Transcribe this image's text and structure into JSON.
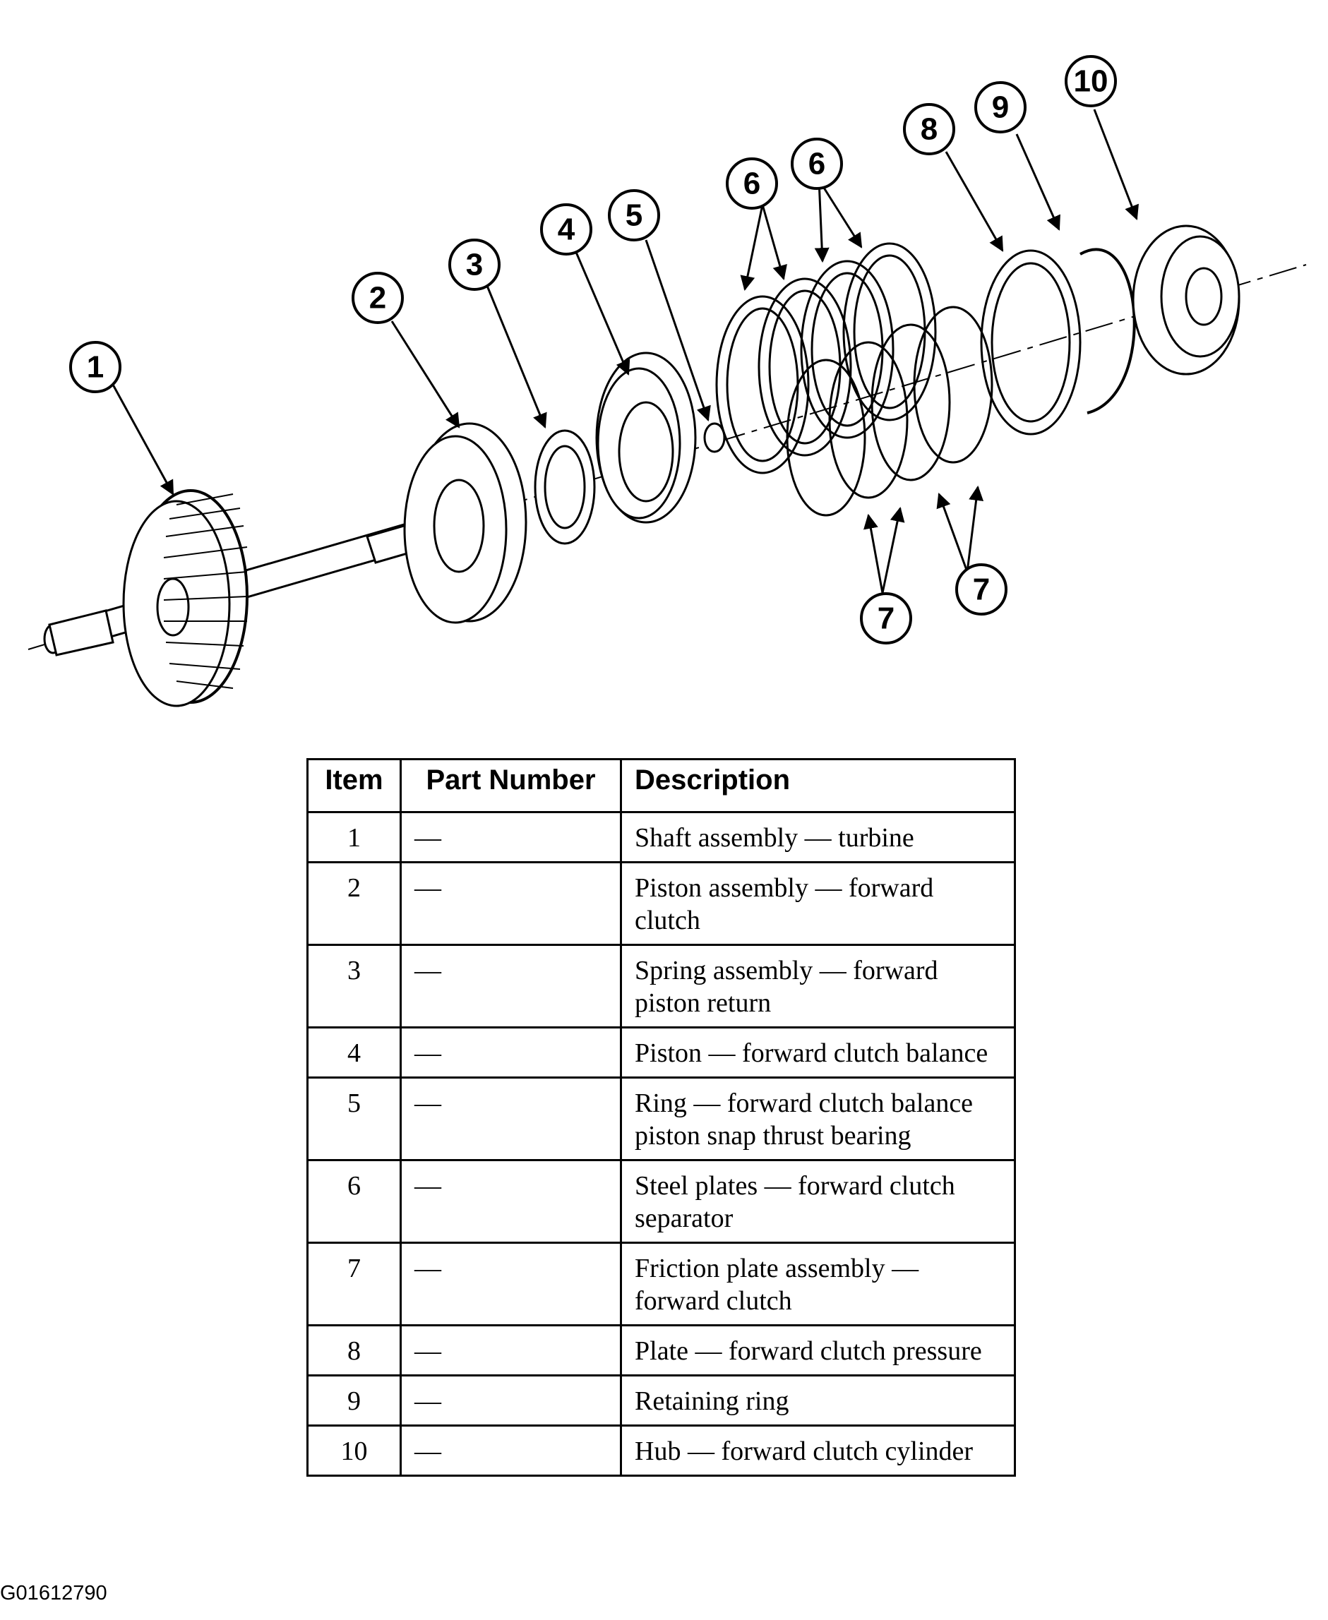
{
  "diagram": {
    "callouts": [
      "1",
      "2",
      "3",
      "4",
      "5",
      "6",
      "6",
      "7",
      "7",
      "8",
      "9",
      "10"
    ]
  },
  "table": {
    "headers": {
      "item": "Item",
      "part_number": "Part Number",
      "description": "Description"
    },
    "rows": [
      {
        "item": "1",
        "part_number": "—",
        "description": "Shaft assembly — turbine"
      },
      {
        "item": "2",
        "part_number": "—",
        "description": "Piston assembly — forward clutch"
      },
      {
        "item": "3",
        "part_number": "—",
        "description": "Spring assembly — forward piston return"
      },
      {
        "item": "4",
        "part_number": "—",
        "description": "Piston — forward clutch balance"
      },
      {
        "item": "5",
        "part_number": "—",
        "description": "Ring — forward clutch balance piston snap thrust bearing"
      },
      {
        "item": "6",
        "part_number": "—",
        "description": "Steel plates — forward clutch separator"
      },
      {
        "item": "7",
        "part_number": "—",
        "description": "Friction plate assembly — forward clutch"
      },
      {
        "item": "8",
        "part_number": "—",
        "description": "Plate — forward clutch pressure"
      },
      {
        "item": "9",
        "part_number": "—",
        "description": "Retaining ring"
      },
      {
        "item": "10",
        "part_number": "—",
        "description": "Hub — forward clutch cylinder"
      }
    ]
  },
  "figure_id": "G01612790"
}
